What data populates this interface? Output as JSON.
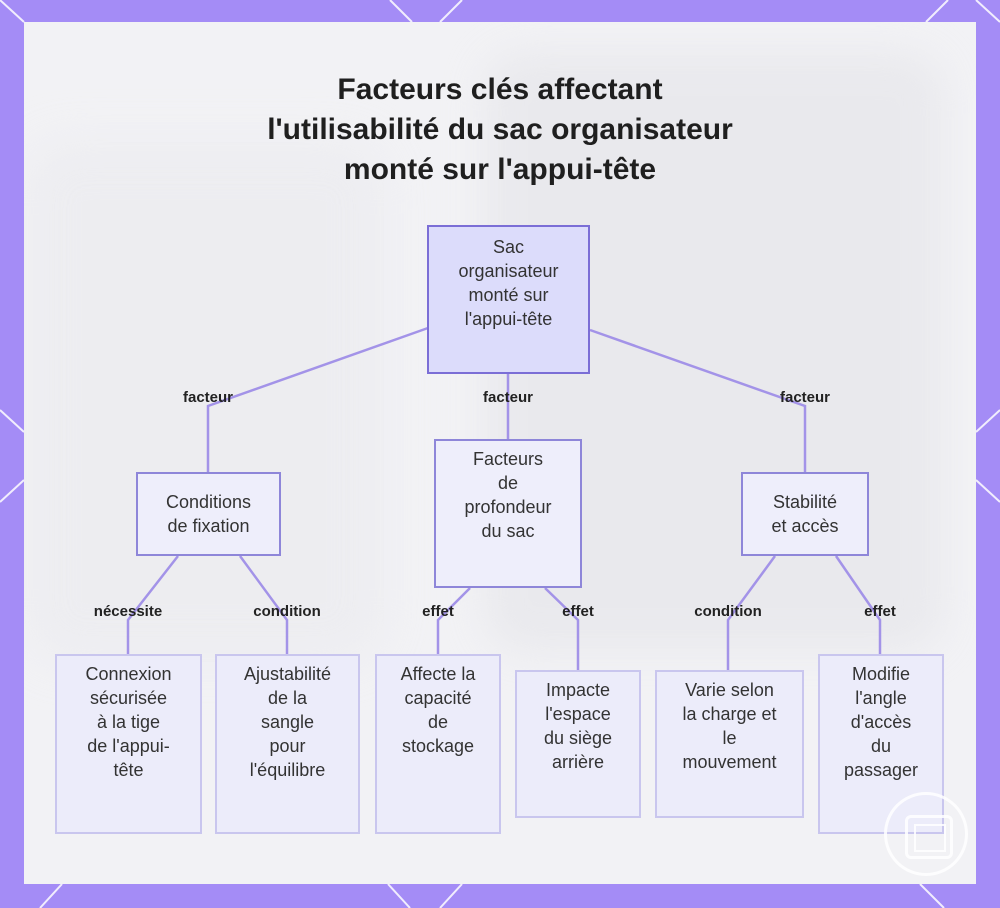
{
  "title": [
    "Facteurs clés affectant",
    "l'utilisabilité du sac organisateur",
    "monté sur l'appui-tête"
  ],
  "colors": {
    "frame": "#a48cf6",
    "edge": "#a393e8",
    "root_fill": "#dcdcfb",
    "root_border": "#7b6ed6"
  },
  "nodes": {
    "root": [
      "Sac",
      "organisateur",
      "monté sur",
      "l'appui-tête"
    ],
    "fixation": [
      "Conditions",
      "de fixation"
    ],
    "profondeur": [
      "Facteurs",
      "de",
      "profondeur",
      "du sac"
    ],
    "stabilite": [
      "Stabilité",
      "et accès"
    ],
    "connexion": [
      "Connexion",
      "sécurisée",
      "à la tige",
      "de l'appui-",
      "tête"
    ],
    "ajustabilite": [
      "Ajustabilité",
      "de la",
      "sangle",
      "pour",
      "l'équilibre"
    ],
    "capacite": [
      "Affecte la",
      "capacité",
      "de",
      "stockage"
    ],
    "espace": [
      "Impacte",
      "l'espace",
      "du siège",
      "arrière"
    ],
    "charge": [
      "Varie selon",
      "la charge et",
      "le",
      "mouvement"
    ],
    "angle": [
      "Modifie",
      "l'angle",
      "d'accès",
      "du",
      "passager"
    ]
  },
  "edges": {
    "root_fixation": "facteur",
    "root_profondeur": "facteur",
    "root_stabilite": "facteur",
    "fixation_connexion": "nécessite",
    "fixation_ajustabilite": "condition",
    "profondeur_capacite": "effet",
    "profondeur_espace": "effet",
    "stabilite_charge": "condition",
    "stabilite_angle": "effet"
  }
}
